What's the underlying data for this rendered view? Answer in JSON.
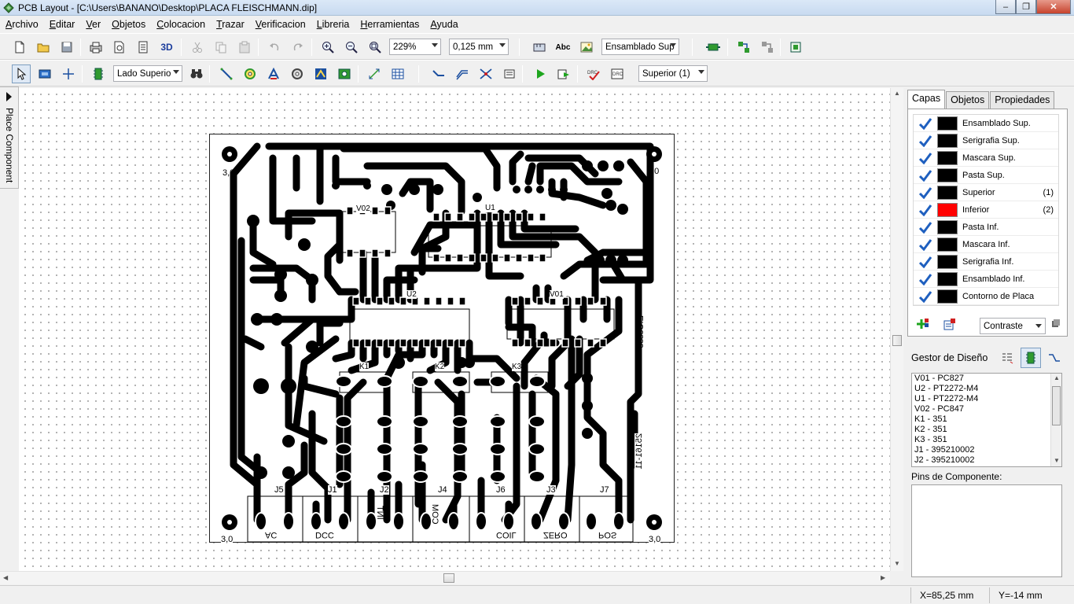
{
  "window": {
    "title": "PCB Layout - [C:\\Users\\BANANO\\Desktop\\PLACA FLEISCHMANN.dip]",
    "minimize": "–",
    "maximize": "❐",
    "close": "✕"
  },
  "menu": [
    {
      "u": "A",
      "rest": "rchivo"
    },
    {
      "u": "E",
      "rest": "ditar"
    },
    {
      "u": "V",
      "rest": "er"
    },
    {
      "u": "O",
      "rest": "bjetos"
    },
    {
      "u": "C",
      "rest": "olocacion"
    },
    {
      "u": "T",
      "rest": "razar"
    },
    {
      "u": "V",
      "rest": "erificacion"
    },
    {
      "u": "L",
      "rest": "ibreria"
    },
    {
      "u": "H",
      "rest": "erramientas"
    },
    {
      "u": "A",
      "rest": "yuda"
    }
  ],
  "toolbar1": {
    "btn_3d": "3D",
    "zoom_value": "229%",
    "grid_value": "0,125 mm",
    "abc_label": "Abc",
    "layer_combo": "Ensamblado Sup"
  },
  "toolbar2": {
    "side_combo": "Lado Superio",
    "layer_combo": "Superior (1)"
  },
  "side_tab": {
    "label": "Place Component"
  },
  "pcb_labels": {
    "hole_tl": "3,0",
    "hole_tr": "3,0",
    "hole_bl": "3,0",
    "hole_br": "3,0",
    "v02": "V02",
    "u1": "U1",
    "u2": "U2",
    "v01": "V01",
    "k1": "K1",
    "k2": "K2",
    "k3": "K3",
    "j5": "J5",
    "j1": "J1",
    "j2": "J2",
    "j4": "J4",
    "j6": "J6",
    "j3": "J3",
    "j7": "J7",
    "conn_ac": "AC",
    "conn_dcc": "DCC",
    "conn_int": "INT",
    "conn_com": "COM",
    "conn_coil": "COIL",
    "conn_zero": "ZERO",
    "conn_pos": "POS",
    "side_text1": "E.Cesse",
    "side_text2": "25161-11"
  },
  "right_panel": {
    "tabs": [
      "Capas",
      "Objetos",
      "Propiedades"
    ],
    "layers": [
      {
        "name": "Ensamblado Sup.",
        "color": "#000000",
        "num": ""
      },
      {
        "name": "Serigrafia Sup.",
        "color": "#000000",
        "num": ""
      },
      {
        "name": "Mascara Sup.",
        "color": "#000000",
        "num": ""
      },
      {
        "name": "Pasta Sup.",
        "color": "#000000",
        "num": ""
      },
      {
        "name": "Superior",
        "color": "#000000",
        "num": "(1)"
      },
      {
        "name": "Inferior",
        "color": "#ff0000",
        "num": "(2)"
      },
      {
        "name": "Pasta Inf.",
        "color": "#000000",
        "num": ""
      },
      {
        "name": "Mascara Inf.",
        "color": "#000000",
        "num": ""
      },
      {
        "name": "Serigrafia Inf.",
        "color": "#000000",
        "num": ""
      },
      {
        "name": "Ensamblado Inf.",
        "color": "#000000",
        "num": ""
      },
      {
        "name": "Contorno de Placa",
        "color": "#000000",
        "num": ""
      }
    ],
    "contrast": "Contraste",
    "gestor_title": "Gestor de Diseño",
    "components": [
      "V01 - PC827",
      "U2 - PT2272-M4",
      "U1 - PT2272-M4",
      "V02 - PC847",
      "K1 - 351",
      "K2 - 351",
      "K3 - 351",
      "J1 - 395210002",
      "J2 - 395210002"
    ],
    "pins_title": "Pins de Componente:"
  },
  "status": {
    "x": "X=85,25 mm",
    "y": "Y=-14 mm"
  },
  "colors": {
    "check": "#1e5fbf",
    "accent": "#1a3c9c"
  }
}
